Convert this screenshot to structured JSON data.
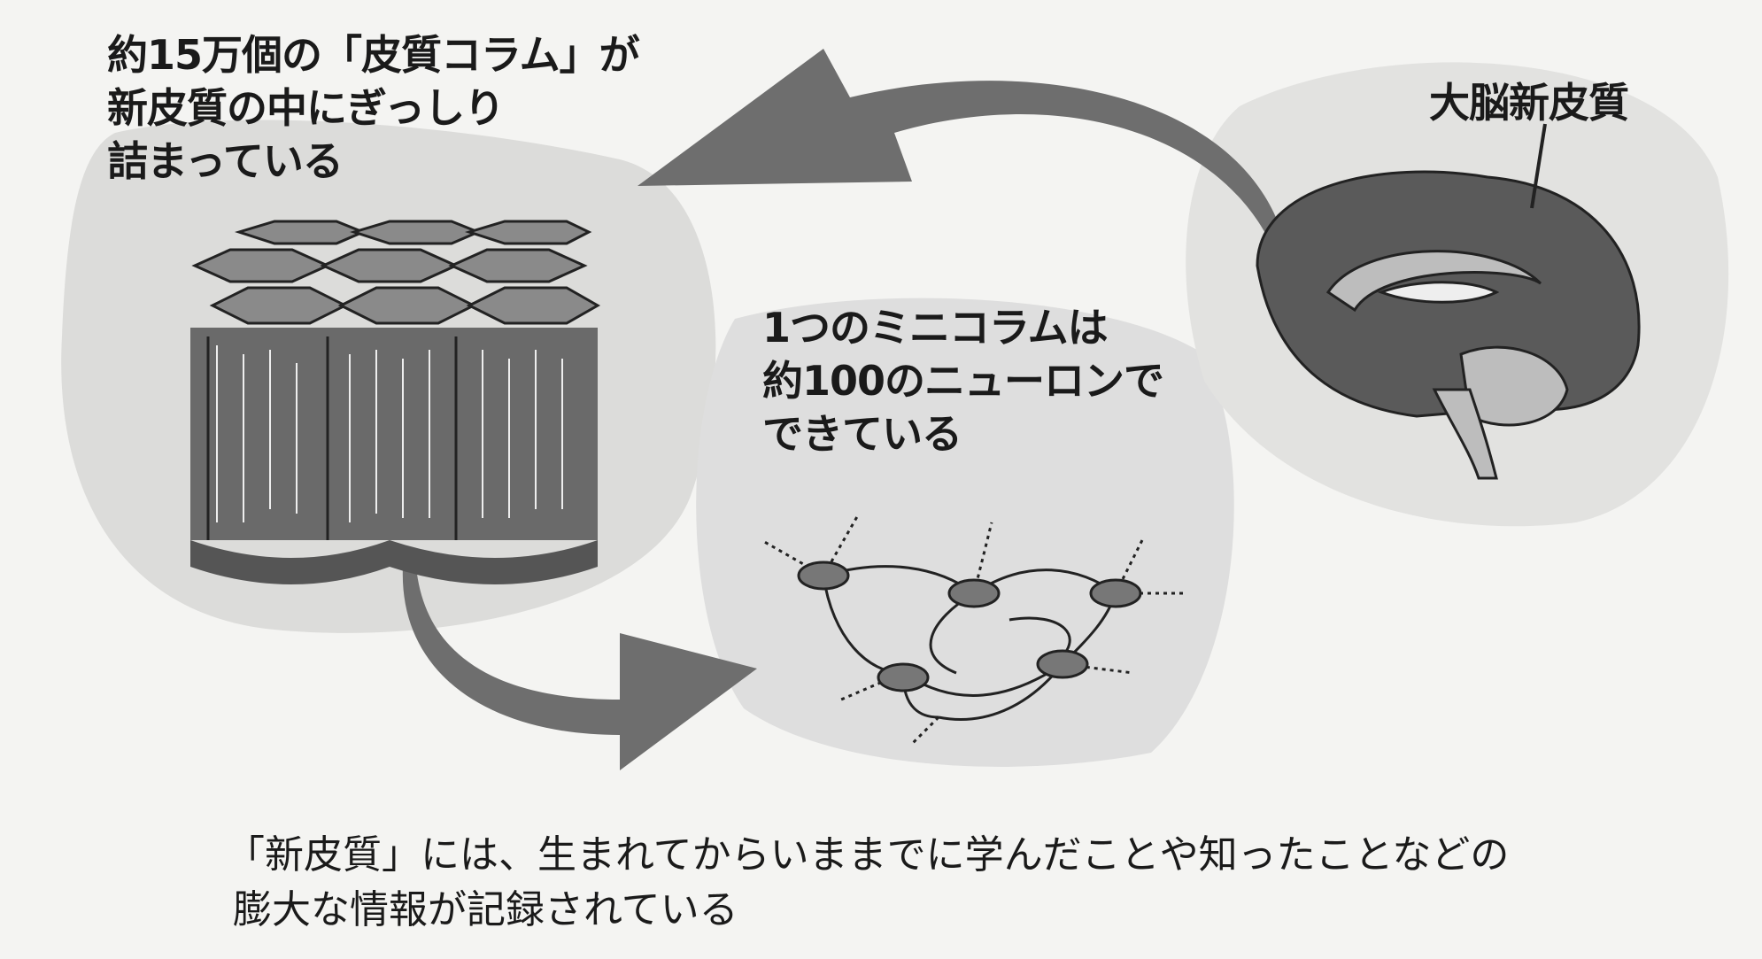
{
  "labels": {
    "column_note": [
      "約15万個の「皮質コラム」が",
      "新皮質の中にぎっしり",
      "詰まっている"
    ],
    "brain_label": "大脳新皮質",
    "minicolumn_note": [
      "1つのミニコラムは",
      "約100のニューロンで",
      "できている"
    ]
  },
  "caption": [
    "「新皮質」には、生まれてからいままでに学んだことや知ったことなどの",
    "膨大な情報が記録されている"
  ],
  "colors": {
    "blob": "#dcdcda",
    "arrow": "#6e6e6e",
    "brain_dark": "#5a5a5a",
    "brain_light": "#bdbdbd"
  }
}
